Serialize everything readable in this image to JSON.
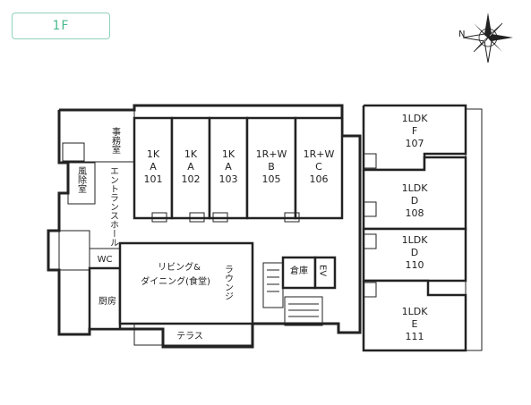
{
  "floor_label": "1F",
  "compass": {
    "north_label": "N"
  },
  "rooms": {
    "r101": {
      "type": "1K",
      "block": "A",
      "number": "101"
    },
    "r102": {
      "type": "1K",
      "block": "A",
      "number": "102"
    },
    "r103": {
      "type": "1K",
      "block": "A",
      "number": "103"
    },
    "r105": {
      "type": "1R+W",
      "block": "B",
      "number": "105"
    },
    "r106": {
      "type": "1R+W",
      "block": "C",
      "number": "106"
    },
    "r107": {
      "type": "1LDK",
      "block": "F",
      "number": "107"
    },
    "r108": {
      "type": "1LDK",
      "block": "D",
      "number": "108"
    },
    "r110": {
      "type": "1LDK",
      "block": "D",
      "number": "110"
    },
    "r111": {
      "type": "1LDK",
      "block": "E",
      "number": "111"
    }
  },
  "spaces": {
    "office": "事務室",
    "windbreak": "風除室",
    "entrance": "エントランスホール",
    "wc": "WC",
    "kitchen": "厨房",
    "living": "リビング&",
    "dining": "ダイニング(食堂)",
    "lounge": "ラウンジ",
    "storage": "倉庫",
    "ev": "EV",
    "terrace": "テラス"
  }
}
